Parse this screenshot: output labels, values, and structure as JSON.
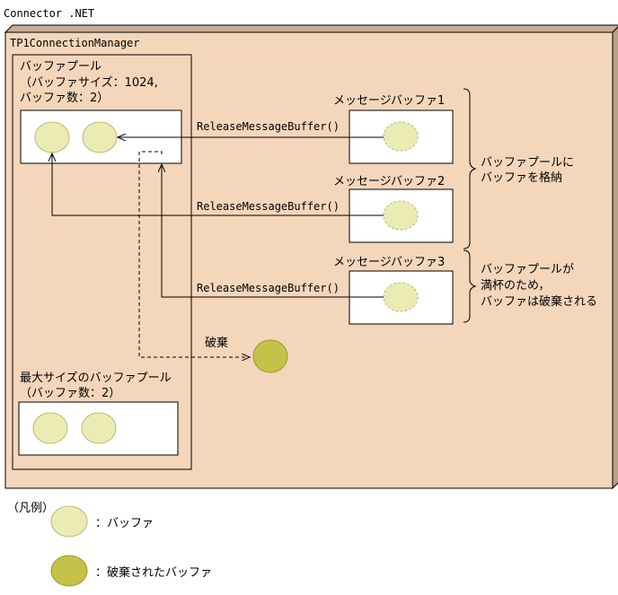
{
  "title": "Connector .NET",
  "manager": {
    "label": "TP1ConnectionManager",
    "buffer_pool": {
      "label_line1": "バッファプール",
      "label_line2": "（バッファサイズ：1024,",
      "label_line3": "  バッファ数：2）"
    },
    "max_pool": {
      "label_line1": "最大サイズのバッファプール",
      "label_line2": "（バッファ数：2）"
    }
  },
  "message_buffers": [
    {
      "label": "メッセージバッファ1",
      "call": "ReleaseMessageBuffer()"
    },
    {
      "label": "メッセージバッファ2",
      "call": "ReleaseMessageBuffer()"
    },
    {
      "label": "メッセージバッファ3",
      "call": "ReleaseMessageBuffer()"
    }
  ],
  "discard_label": "破棄",
  "notes": {
    "store_line1": "バッファプールに",
    "store_line2": "バッファを格納",
    "full_line1": "バッファプールが",
    "full_line2": "満杯のため，",
    "full_line3": "バッファは破棄される"
  },
  "legend": {
    "title": "（凡例）",
    "buffer": "：バッファ",
    "discarded": "：破棄されたバッファ"
  },
  "colors": {
    "container_fill": "#f4d6bb",
    "container_shadow": "#b09a88",
    "buffer_fill": "#ebecb4",
    "discarded_fill": "#c4c248",
    "circle_stroke": "#b8b870"
  }
}
